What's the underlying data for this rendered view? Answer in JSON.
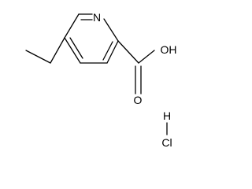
{
  "molecule": {
    "atoms": {
      "nitrogen": "N",
      "hydroxyl": "OH",
      "carbonyl_oxygen": "O",
      "hydrogen": "H",
      "chlorine": "Cl"
    }
  },
  "colors": {
    "bond": "#000000",
    "label": "#000000",
    "background": "#ffffff"
  }
}
